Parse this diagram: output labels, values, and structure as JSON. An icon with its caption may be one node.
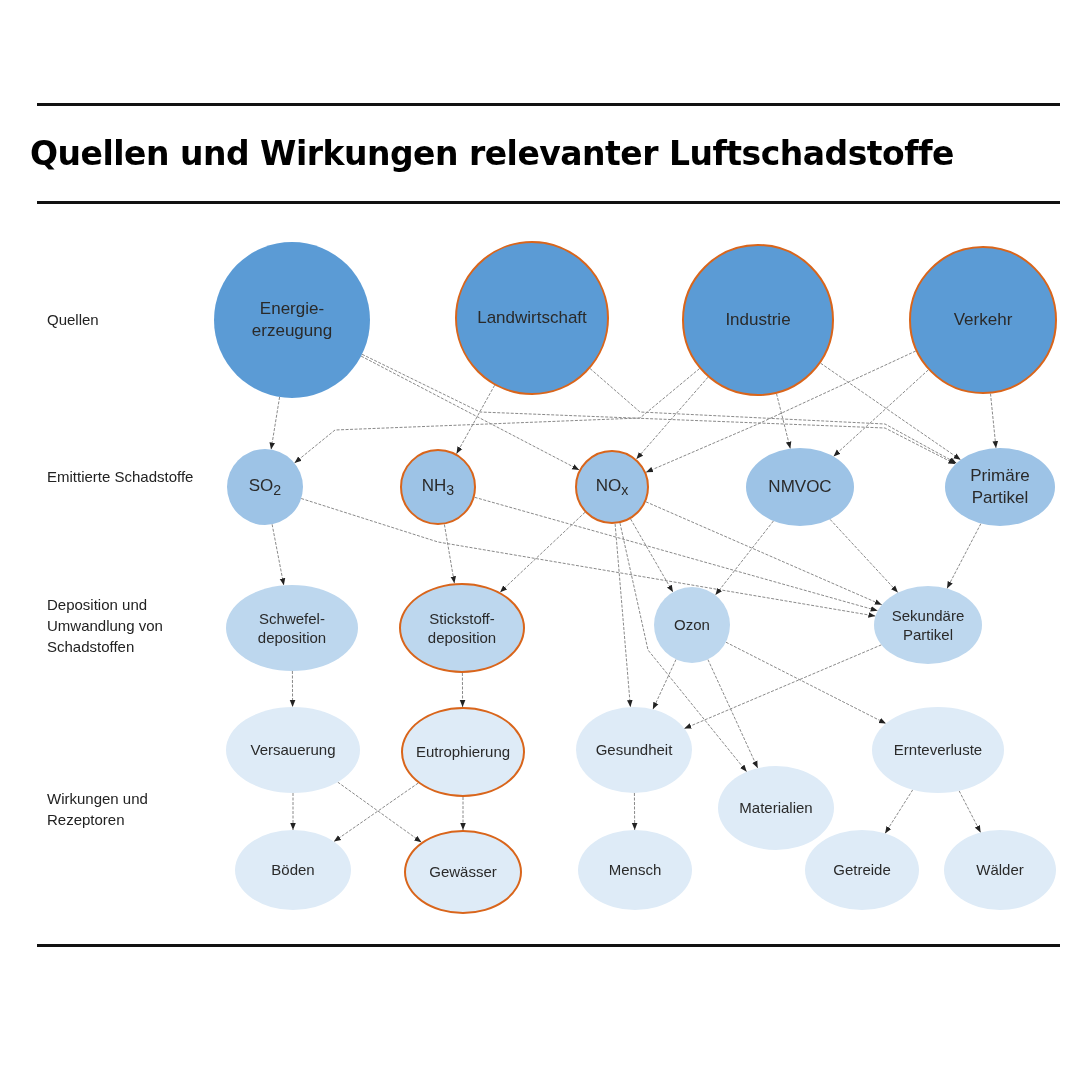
{
  "diagram": {
    "title": "Quellen und Wirkungen relevanter Luftschadstoffe",
    "nodes": [
      {
        "text": [
          "Energie- erzeugung"
        ]
      },
      {
        "text": [
          "Landwirtschaft"
        ]
      },
      {
        "text": [
          "Industrie"
        ]
      },
      {
        "text": [
          "Verkehr"
        ]
      },
      {
        "text": [
          "SO$_{2}$"
        ]
      },
      {
        "text": [
          "NH$_{3}$"
        ]
      },
      {
        "text": [
          "NO$_{x}$"
        ]
      },
      {
        "text": [
          "NMVOC"
        ]
      },
      {
        "text": [
          "Primäre Partikel"
        ]
      },
      {
        "text": [
          "Schwefel- deposition"
        ]
      },
      {
        "text": [
          "Stickstoff- deposition"
        ]
      },
      {
        "text": [
          "Ozon"
        ]
      },
      {
        "text": [
          "Sekundäre Partikel"
        ]
      },
      {
        "text": [
          "Versauerung"
        ]
      },
      {
        "text": [
          "Eutrophierung"
        ]
      },
      {
        "text": [
          "Gesundheit"
        ]
      },
      {
        "text": [
          "Materialien"
        ]
      },
      {
        "text": [
          "Ernteverluste"
        ]
      },
      {
        "text": [
          "Böden"
        ]
      },
      {
        "text": [
          "Gewässer"
        ]
      },
      {
        "text": [
          "Mensch"
        ]
      },
      {
        "text": [
          "Getreide"
        ]
      },
      {
        "text": [
          "Wälder"
        ]
      }
    ],
    "edges": [
      {
        "from": 0,
        "to": 4,
        "arrow": "to"
      },
      {
        "from": 0,
        "to": 6,
        "arrow": "to"
      },
      {
        "from": 0,
        "to": 8,
        "arrow": "to"
      },
      {
        "from": 1,
        "to": 5,
        "arrow": "to"
      },
      {
        "from": 1,
        "to": 8,
        "arrow": "to"
      },
      {
        "from": 2,
        "to": 4,
        "arrow": "to"
      },
      {
        "from": 2,
        "to": 6,
        "arrow": "to"
      },
      {
        "from": 2,
        "to": 7,
        "arrow": "to"
      },
      {
        "from": 2,
        "to": 8,
        "arrow": "to"
      },
      {
        "from": 3,
        "to": 6,
        "arrow": "to"
      },
      {
        "from": 3,
        "to": 7,
        "arrow": "to"
      },
      {
        "from": 3,
        "to": 8,
        "arrow": "to"
      },
      {
        "from": 4,
        "to": 9,
        "arrow": "to"
      },
      {
        "from": 4,
        "to": 12,
        "arrow": "to"
      },
      {
        "from": 5,
        "to": 10,
        "arrow": "to"
      },
      {
        "from": 5,
        "to": 12,
        "arrow": "to"
      },
      {
        "from": 6,
        "to": 10,
        "arrow": "to"
      },
      {
        "from": 6,
        "to": 11,
        "arrow": "to"
      },
      {
        "from": 6,
        "to": 12,
        "arrow": "to"
      },
      {
        "from": 6,
        "to": 15,
        "arrow": "to"
      },
      {
        "from": 6,
        "to": 16,
        "arrow": "to"
      },
      {
        "from": 7,
        "to": 11,
        "arrow": "to"
      },
      {
        "from": 7,
        "to": 12,
        "arrow": "to"
      },
      {
        "from": 8,
        "to": 12,
        "arrow": "to"
      },
      {
        "from": 9,
        "to": 13,
        "arrow": "to"
      },
      {
        "from": 10,
        "to": 14,
        "arrow": "to"
      },
      {
        "from": 11,
        "to": 15,
        "arrow": "to"
      },
      {
        "from": 11,
        "to": 16,
        "arrow": "to"
      },
      {
        "from": 11,
        "to": 17,
        "arrow": "to"
      },
      {
        "from": 12,
        "to": 15,
        "arrow": "to"
      },
      {
        "from": 13,
        "to": 18,
        "arrow": "to"
      },
      {
        "from": 13,
        "to": 19,
        "arrow": "to"
      },
      {
        "from": 14,
        "to": 18,
        "arrow": "to"
      },
      {
        "from": 14,
        "to": 19,
        "arrow": "to"
      },
      {
        "from": 15,
        "to": 20,
        "arrow": "to"
      },
      {
        "from": 17,
        "to": 21,
        "arrow": "to"
      },
      {
        "from": 17,
        "to": 22,
        "arrow": "to"
      }
    ],
    "labels": [
      "Quellen",
      "Emittierte Schadstoffe",
      "Deposition und Umwandlung von Schadstoffen",
      "Wirkungen und Rezeptoren"
    ]
  }
}
